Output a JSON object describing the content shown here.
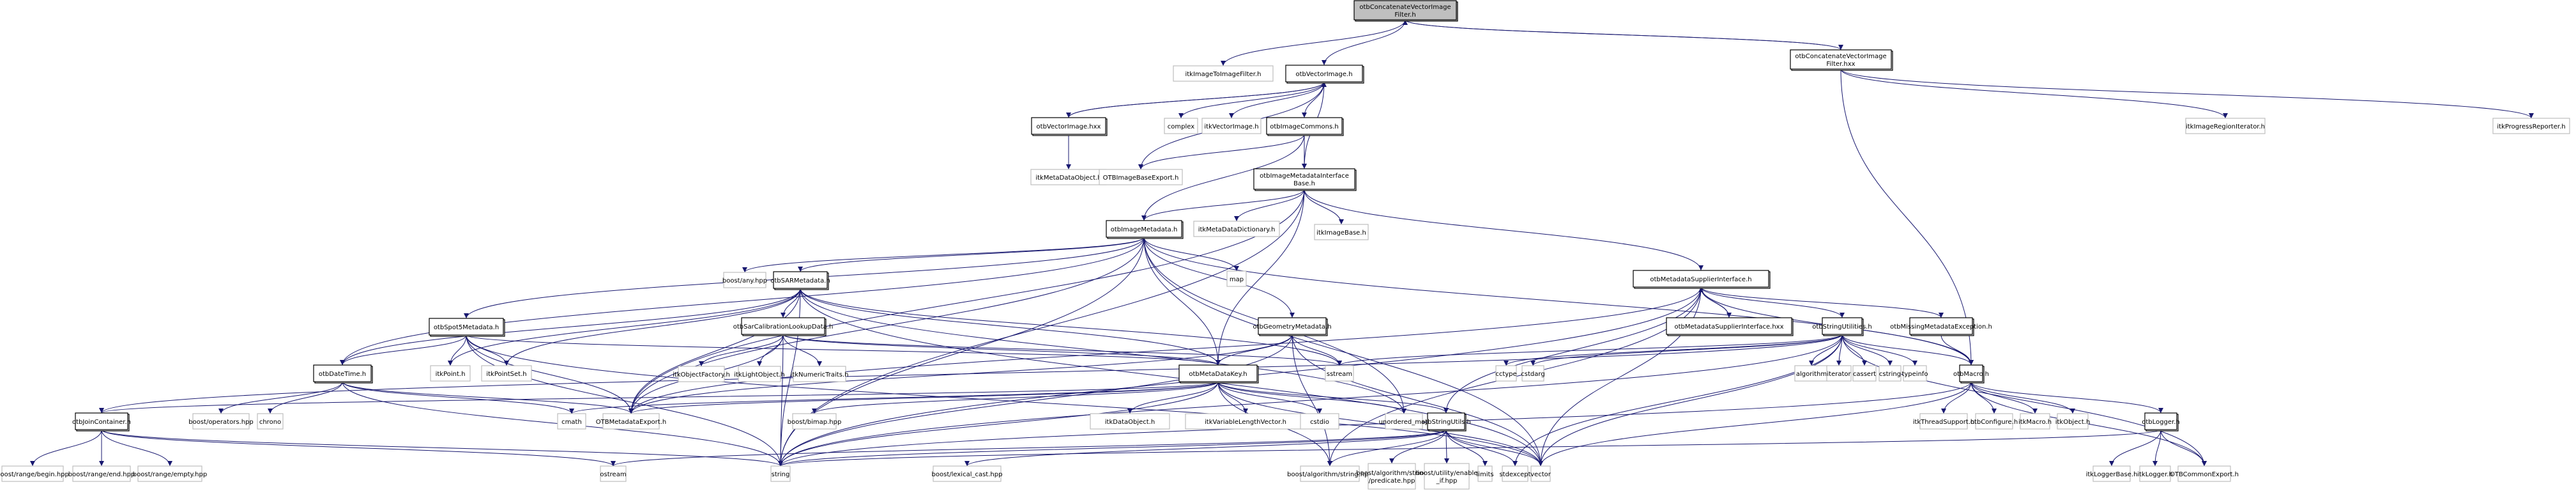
{
  "diagram": {
    "title": "otbConcatenateVectorImageFilter.h include dependency graph",
    "colors": {
      "edge": "#191970",
      "root_fill": "#bfbfbf",
      "project_border": "#000000",
      "external_border": "#bfbfbf"
    },
    "nodes": [
      {
        "id": "root",
        "label": "otbConcatenateVectorImage\nFilter.h",
        "kind": "root"
      },
      {
        "id": "itkImageToImageFilter",
        "label": "itkImageToImageFilter.h",
        "kind": "external"
      },
      {
        "id": "otbVectorImage",
        "label": "otbVectorImage.h",
        "kind": "project"
      },
      {
        "id": "otbConcatHxx",
        "label": "otbConcatenateVectorImage\nFilter.hxx",
        "kind": "project"
      },
      {
        "id": "otbVectorImageHxx",
        "label": "otbVectorImage.hxx",
        "kind": "project"
      },
      {
        "id": "complex",
        "label": "complex",
        "kind": "external"
      },
      {
        "id": "itkVectorImage",
        "label": "itkVectorImage.h",
        "kind": "external"
      },
      {
        "id": "otbImageCommons",
        "label": "otbImageCommons.h",
        "kind": "project"
      },
      {
        "id": "itkImageRegionIterator",
        "label": "itkImageRegionIterator.h",
        "kind": "external"
      },
      {
        "id": "itkProgressReporter",
        "label": "itkProgressReporter.h",
        "kind": "external"
      },
      {
        "id": "itkMetaDataObject",
        "label": "itkMetaDataObject.h",
        "kind": "external"
      },
      {
        "id": "OTBImageBaseExport",
        "label": "OTBImageBaseExport.h",
        "kind": "external"
      },
      {
        "id": "otbImageMetadataInterfaceBase",
        "label": "otbImageMetadataInterface\nBase.h",
        "kind": "project"
      },
      {
        "id": "otbImageMetadata",
        "label": "otbImageMetadata.h",
        "kind": "project"
      },
      {
        "id": "itkMetaDataDictionary",
        "label": "itkMetaDataDictionary.h",
        "kind": "external"
      },
      {
        "id": "itkImageBase",
        "label": "itkImageBase.h",
        "kind": "external"
      },
      {
        "id": "boostAny",
        "label": "boost/any.hpp",
        "kind": "external"
      },
      {
        "id": "otbSARMetadata",
        "label": "otbSARMetadata.h",
        "kind": "project"
      },
      {
        "id": "map",
        "label": "map",
        "kind": "external"
      },
      {
        "id": "otbMetadataSupplierInterface",
        "label": "otbMetadataSupplierInterface.h",
        "kind": "project"
      },
      {
        "id": "otbSpot5Metadata",
        "label": "otbSpot5Metadata.h",
        "kind": "project"
      },
      {
        "id": "otbSarCalibrationLookupData",
        "label": "otbSarCalibrationLookupData.h",
        "kind": "project"
      },
      {
        "id": "otbGeometryMetadata",
        "label": "otbGeometryMetadata.h",
        "kind": "project"
      },
      {
        "id": "otbMetadataSupplierInterfaceHxx",
        "label": "otbMetadataSupplierInterface.hxx",
        "kind": "project"
      },
      {
        "id": "otbStringUtilities",
        "label": "otbStringUtilities.h",
        "kind": "project"
      },
      {
        "id": "otbMissingMetadataException",
        "label": "otbMissingMetadataException.h",
        "kind": "project"
      },
      {
        "id": "otbDateTime",
        "label": "otbDateTime.h",
        "kind": "project"
      },
      {
        "id": "itkPoint",
        "label": "itkPoint.h",
        "kind": "external"
      },
      {
        "id": "itkPointSet",
        "label": "itkPointSet.h",
        "kind": "external"
      },
      {
        "id": "itkObjectFactory",
        "label": "itkObjectFactory.h",
        "kind": "external"
      },
      {
        "id": "itkLightObject",
        "label": "itkLightObject.h",
        "kind": "external"
      },
      {
        "id": "itkNumericTraits",
        "label": "itkNumericTraits.h",
        "kind": "external"
      },
      {
        "id": "otbMetaDataKey",
        "label": "otbMetaDataKey.h",
        "kind": "project"
      },
      {
        "id": "sstream",
        "label": "sstream",
        "kind": "external"
      },
      {
        "id": "cctype",
        "label": "cctype",
        "kind": "external"
      },
      {
        "id": "cstdarg",
        "label": "cstdarg",
        "kind": "external"
      },
      {
        "id": "algorithm",
        "label": "algorithm",
        "kind": "external"
      },
      {
        "id": "iterator",
        "label": "iterator",
        "kind": "external"
      },
      {
        "id": "cassert",
        "label": "cassert",
        "kind": "external"
      },
      {
        "id": "cstring",
        "label": "cstring",
        "kind": "external"
      },
      {
        "id": "typeinfo",
        "label": "typeinfo",
        "kind": "external"
      },
      {
        "id": "otbMacro",
        "label": "otbMacro.h",
        "kind": "project"
      },
      {
        "id": "otbJoinContainer",
        "label": "otbJoinContainer.h",
        "kind": "project"
      },
      {
        "id": "boostOperators",
        "label": "boost/operators.hpp",
        "kind": "external"
      },
      {
        "id": "chrono",
        "label": "chrono",
        "kind": "external"
      },
      {
        "id": "cmath",
        "label": "cmath",
        "kind": "external"
      },
      {
        "id": "OTBMetadataExport",
        "label": "OTBMetadataExport.h",
        "kind": "external"
      },
      {
        "id": "boostBimap",
        "label": "boost/bimap.hpp",
        "kind": "external"
      },
      {
        "id": "itkDataObject",
        "label": "itkDataObject.h",
        "kind": "external"
      },
      {
        "id": "itkVariableLengthVector",
        "label": "itkVariableLengthVector.h",
        "kind": "external"
      },
      {
        "id": "cstdio",
        "label": "cstdio",
        "kind": "external"
      },
      {
        "id": "unordered_map",
        "label": "unordered_map",
        "kind": "external"
      },
      {
        "id": "otbStringUtils",
        "label": "otbStringUtils.h",
        "kind": "project"
      },
      {
        "id": "itkThreadSupport",
        "label": "itkThreadSupport.h",
        "kind": "external"
      },
      {
        "id": "otbConfigure",
        "label": "otbConfigure.h",
        "kind": "external"
      },
      {
        "id": "itkMacro",
        "label": "itkMacro.h",
        "kind": "external"
      },
      {
        "id": "itkObject",
        "label": "itkObject.h",
        "kind": "external"
      },
      {
        "id": "otbLogger",
        "label": "otbLogger.h",
        "kind": "project"
      },
      {
        "id": "boostRangeBegin",
        "label": "boost/range/begin.hpp",
        "kind": "external"
      },
      {
        "id": "boostRangeEnd",
        "label": "boost/range/end.hpp",
        "kind": "external"
      },
      {
        "id": "boostRangeEmpty",
        "label": "boost/range/empty.hpp",
        "kind": "external"
      },
      {
        "id": "ostream",
        "label": "ostream",
        "kind": "external"
      },
      {
        "id": "string",
        "label": "string",
        "kind": "external"
      },
      {
        "id": "boostLexicalCast",
        "label": "boost/lexical_cast.hpp",
        "kind": "external"
      },
      {
        "id": "boostAlgString",
        "label": "boost/algorithm/string.hpp",
        "kind": "external"
      },
      {
        "id": "boostAlgStringPredicate",
        "label": "boost/algorithm/string\n/predicate.hpp",
        "kind": "external"
      },
      {
        "id": "boostEnableIf",
        "label": "boost/utility/enable\n_if.hpp",
        "kind": "external"
      },
      {
        "id": "limits",
        "label": "limits",
        "kind": "external"
      },
      {
        "id": "stdexcept",
        "label": "stdexcept",
        "kind": "external"
      },
      {
        "id": "vector",
        "label": "vector",
        "kind": "external"
      },
      {
        "id": "itkLoggerBase",
        "label": "itkLoggerBase.h",
        "kind": "external"
      },
      {
        "id": "itkLogger",
        "label": "itkLogger.h",
        "kind": "external"
      },
      {
        "id": "OTBCommonExport",
        "label": "OTBCommonExport.h",
        "kind": "external"
      }
    ],
    "edges": [
      [
        "root",
        "itkImageToImageFilter"
      ],
      [
        "root",
        "otbVectorImage"
      ],
      [
        "root",
        "otbConcatHxx"
      ],
      [
        "otbConcatHxx",
        "root"
      ],
      [
        "otbConcatHxx",
        "itkImageRegionIterator"
      ],
      [
        "otbConcatHxx",
        "itkProgressReporter"
      ],
      [
        "otbConcatHxx",
        "otbMacro"
      ],
      [
        "otbVectorImage",
        "otbVectorImageHxx"
      ],
      [
        "otbVectorImageHxx",
        "otbVectorImage"
      ],
      [
        "otbVectorImage",
        "complex"
      ],
      [
        "otbVectorImage",
        "itkVectorImage"
      ],
      [
        "otbVectorImage",
        "otbImageCommons"
      ],
      [
        "otbVectorImage",
        "OTBImageBaseExport"
      ],
      [
        "otbVectorImage",
        "otbImageMetadataInterfaceBase"
      ],
      [
        "otbVectorImageHxx",
        "itkMetaDataObject"
      ],
      [
        "otbImageCommons",
        "OTBImageBaseExport"
      ],
      [
        "otbImageCommons",
        "otbImageMetadataInterfaceBase"
      ],
      [
        "otbImageCommons",
        "otbImageMetadata"
      ],
      [
        "otbImageMetadataInterfaceBase",
        "otbImageMetadata"
      ],
      [
        "otbImageMetadataInterfaceBase",
        "itkMetaDataDictionary"
      ],
      [
        "otbImageMetadataInterfaceBase",
        "itkImageBase"
      ],
      [
        "otbImageMetadataInterfaceBase",
        "otbMetadataSupplierInterface"
      ],
      [
        "otbImageMetadataInterfaceBase",
        "otbMetaDataKey"
      ],
      [
        "otbImageMetadataInterfaceBase",
        "string"
      ],
      [
        "otbImageMetadataInterfaceBase",
        "OTBMetadataExport"
      ],
      [
        "otbImageMetadata",
        "boostAny"
      ],
      [
        "otbImageMetadata",
        "otbSARMetadata"
      ],
      [
        "otbImageMetadata",
        "map"
      ],
      [
        "otbImageMetadata",
        "otbSpot5Metadata"
      ],
      [
        "otbImageMetadata",
        "otbGeometryMetadata"
      ],
      [
        "otbImageMetadata",
        "otbMetaDataKey"
      ],
      [
        "otbImageMetadata",
        "unordered_map"
      ],
      [
        "otbImageMetadata",
        "OTBMetadataExport"
      ],
      [
        "otbImageMetadata",
        "otbMacro"
      ],
      [
        "otbImageMetadata",
        "vector"
      ],
      [
        "otbImageMetadata",
        "otbDateTime"
      ],
      [
        "otbImageMetadata",
        "string"
      ],
      [
        "otbSARMetadata",
        "otbSarCalibrationLookupData"
      ],
      [
        "otbSARMetadata",
        "otbMetaDataKey"
      ],
      [
        "otbSARMetadata",
        "otbDateTime"
      ],
      [
        "otbSARMetadata",
        "itkPoint"
      ],
      [
        "otbSARMetadata",
        "itkPointSet"
      ],
      [
        "otbSARMetadata",
        "OTBMetadataExport"
      ],
      [
        "otbSARMetadata",
        "sstream"
      ],
      [
        "otbSARMetadata",
        "unordered_map"
      ],
      [
        "otbSARMetadata",
        "string"
      ],
      [
        "otbSARMetadata",
        "vector"
      ],
      [
        "otbSpot5Metadata",
        "otbDateTime"
      ],
      [
        "otbSpot5Metadata",
        "itkPoint"
      ],
      [
        "otbSpot5Metadata",
        "itkPointSet"
      ],
      [
        "otbSpot5Metadata",
        "OTBMetadataExport"
      ],
      [
        "otbSpot5Metadata",
        "otbMetaDataKey"
      ],
      [
        "otbSpot5Metadata",
        "string"
      ],
      [
        "otbSpot5Metadata",
        "vector"
      ],
      [
        "otbSarCalibrationLookupData",
        "itkObjectFactory"
      ],
      [
        "otbSarCalibrationLookupData",
        "itkLightObject"
      ],
      [
        "otbSarCalibrationLookupData",
        "itkNumericTraits"
      ],
      [
        "otbSarCalibrationLookupData",
        "OTBMetadataExport"
      ],
      [
        "otbSarCalibrationLookupData",
        "string"
      ],
      [
        "otbSarCalibrationLookupData",
        "otbMetaDataKey"
      ],
      [
        "otbSarCalibrationLookupData",
        "sstream"
      ],
      [
        "otbGeometryMetadata",
        "otbMetaDataKey"
      ],
      [
        "otbGeometryMetadata",
        "sstream"
      ],
      [
        "otbGeometryMetadata",
        "OTBMetadataExport"
      ],
      [
        "otbGeometryMetadata",
        "string"
      ],
      [
        "otbGeometryMetadata",
        "boostAlgString"
      ],
      [
        "otbGeometryMetadata",
        "vector"
      ],
      [
        "otbMetadataSupplierInterface",
        "otbMetadataSupplierInterfaceHxx"
      ],
      [
        "otbMetadataSupplierInterfaceHxx",
        "otbMetadataSupplierInterface"
      ],
      [
        "otbMetadataSupplierInterface",
        "otbStringUtilities"
      ],
      [
        "otbMetadataSupplierInterface",
        "otbMissingMetadataException"
      ],
      [
        "otbMetadataSupplierInterface",
        "OTBMetadataExport"
      ],
      [
        "otbMetadataSupplierInterface",
        "otbStringUtils"
      ],
      [
        "otbMetadataSupplierInterface",
        "string"
      ],
      [
        "otbMetadataSupplierInterface",
        "boostAlgString"
      ],
      [
        "otbMetadataSupplierInterface",
        "vector"
      ],
      [
        "otbMetadataSupplierInterface",
        "otbMacro"
      ],
      [
        "otbStringUtilities",
        "sstream"
      ],
      [
        "otbStringUtilities",
        "cctype"
      ],
      [
        "otbStringUtilities",
        "cstdarg"
      ],
      [
        "otbStringUtilities",
        "algorithm"
      ],
      [
        "otbStringUtilities",
        "iterator"
      ],
      [
        "otbStringUtilities",
        "cassert"
      ],
      [
        "otbStringUtilities",
        "cstring"
      ],
      [
        "otbStringUtilities",
        "typeinfo"
      ],
      [
        "otbStringUtilities",
        "otbMacro"
      ],
      [
        "otbStringUtilities",
        "otbJoinContainer"
      ],
      [
        "otbStringUtilities",
        "string"
      ],
      [
        "otbStringUtilities",
        "stdexcept"
      ],
      [
        "otbStringUtilities",
        "vector"
      ],
      [
        "otbStringUtilities",
        "OTBCommonExport"
      ],
      [
        "otbMissingMetadataException",
        "otbMacro"
      ],
      [
        "otbDateTime",
        "boostOperators"
      ],
      [
        "otbDateTime",
        "chrono"
      ],
      [
        "otbDateTime",
        "cmath"
      ],
      [
        "otbDateTime",
        "OTBMetadataExport"
      ],
      [
        "otbDateTime",
        "string"
      ],
      [
        "otbMetaDataKey",
        "otbJoinContainer"
      ],
      [
        "otbMetaDataKey",
        "cmath"
      ],
      [
        "otbMetaDataKey",
        "OTBMetadataExport"
      ],
      [
        "otbMetaDataKey",
        "boostBimap"
      ],
      [
        "otbMetaDataKey",
        "itkDataObject"
      ],
      [
        "otbMetaDataKey",
        "itkVariableLengthVector"
      ],
      [
        "otbMetaDataKey",
        "cstdio"
      ],
      [
        "otbMetaDataKey",
        "unordered_map"
      ],
      [
        "otbMetaDataKey",
        "otbStringUtils"
      ],
      [
        "otbMetaDataKey",
        "boostAlgString"
      ],
      [
        "otbMetaDataKey",
        "string"
      ],
      [
        "otbMetaDataKey",
        "vector"
      ],
      [
        "otbJoinContainer",
        "boostRangeBegin"
      ],
      [
        "otbJoinContainer",
        "boostRangeEnd"
      ],
      [
        "otbJoinContainer",
        "boostRangeEmpty"
      ],
      [
        "otbJoinContainer",
        "ostream"
      ],
      [
        "otbJoinContainer",
        "string"
      ],
      [
        "otbStringUtils",
        "string"
      ],
      [
        "otbStringUtils",
        "ostream"
      ],
      [
        "otbStringUtils",
        "boostLexicalCast"
      ],
      [
        "otbStringUtils",
        "boostAlgString"
      ],
      [
        "otbStringUtils",
        "boostAlgStringPredicate"
      ],
      [
        "otbStringUtils",
        "boostEnableIf"
      ],
      [
        "otbStringUtils",
        "limits"
      ],
      [
        "otbStringUtils",
        "stdexcept"
      ],
      [
        "otbStringUtils",
        "vector"
      ],
      [
        "otbMacro",
        "itkThreadSupport"
      ],
      [
        "otbMacro",
        "otbConfigure"
      ],
      [
        "otbMacro",
        "itkMacro"
      ],
      [
        "otbMacro",
        "itkObject"
      ],
      [
        "otbMacro",
        "otbLogger"
      ],
      [
        "otbMacro",
        "string"
      ],
      [
        "otbMacro",
        "vector"
      ],
      [
        "otbMacro",
        "OTBCommonExport"
      ],
      [
        "otbLogger",
        "itkLoggerBase"
      ],
      [
        "otbLogger",
        "itkLogger"
      ],
      [
        "otbLogger",
        "OTBCommonExport"
      ],
      [
        "otbLogger",
        "string"
      ]
    ]
  }
}
